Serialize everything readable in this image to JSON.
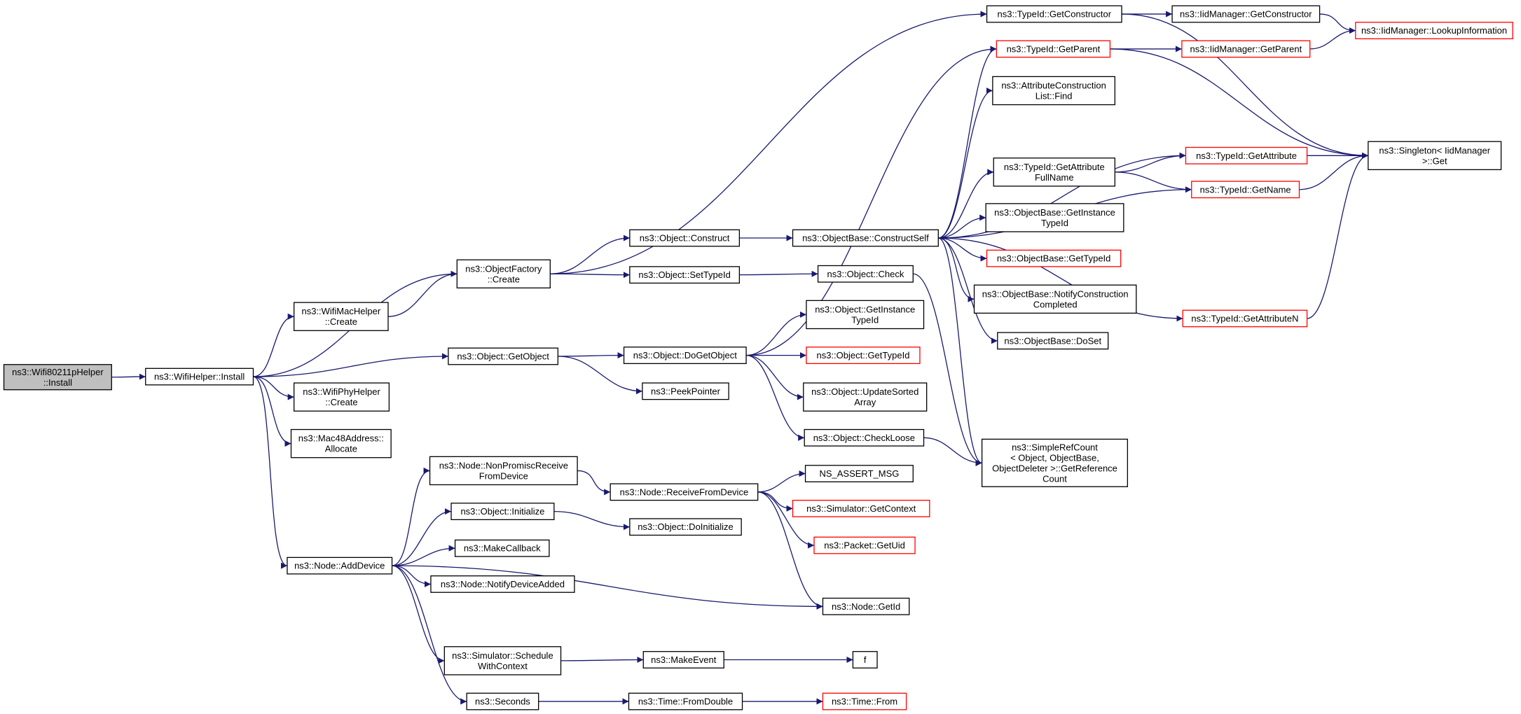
{
  "colors": {
    "edge": "#191970",
    "node_border": "#000000",
    "truncated_border": "#ff0000",
    "root_fill": "#bfbfbf",
    "node_fill": "#ffffff"
  },
  "nodes": [
    {
      "id": "n0",
      "lines": [
        "ns3::Wifi80211pHelper",
        "::Install"
      ],
      "style": "root"
    },
    {
      "id": "n1",
      "lines": [
        "ns3::WifiHelper::Install"
      ]
    },
    {
      "id": "n2",
      "lines": [
        "ns3::ObjectFactory",
        "::Create"
      ]
    },
    {
      "id": "n3",
      "lines": [
        "ns3::WifiMacHelper",
        "::Create"
      ]
    },
    {
      "id": "n4",
      "lines": [
        "ns3::Object::GetObject"
      ]
    },
    {
      "id": "n5",
      "lines": [
        "ns3::WifiPhyHelper",
        "::Create"
      ]
    },
    {
      "id": "n6",
      "lines": [
        "ns3::Mac48Address::",
        "Allocate"
      ]
    },
    {
      "id": "n7",
      "lines": [
        "ns3::Node::AddDevice"
      ]
    },
    {
      "id": "n8",
      "lines": [
        "ns3::TypeId::GetConstructor"
      ]
    },
    {
      "id": "n9",
      "lines": [
        "ns3::Object::Construct"
      ]
    },
    {
      "id": "n10",
      "lines": [
        "ns3::Object::SetTypeId"
      ]
    },
    {
      "id": "n11",
      "lines": [
        "ns3::Object::DoGetObject"
      ]
    },
    {
      "id": "n12",
      "lines": [
        "ns3::PeekPointer"
      ]
    },
    {
      "id": "n13",
      "lines": [
        "ns3::Node::NonPromiscReceive",
        "FromDevice"
      ]
    },
    {
      "id": "n14",
      "lines": [
        "ns3::Object::Initialize"
      ]
    },
    {
      "id": "n15",
      "lines": [
        "ns3::MakeCallback"
      ]
    },
    {
      "id": "n16",
      "lines": [
        "ns3::Node::NotifyDeviceAdded"
      ]
    },
    {
      "id": "n17",
      "lines": [
        "ns3::Node::GetId"
      ]
    },
    {
      "id": "n18",
      "lines": [
        "ns3::Simulator::Schedule",
        "WithContext"
      ]
    },
    {
      "id": "n19",
      "lines": [
        "ns3::Seconds"
      ]
    },
    {
      "id": "n20",
      "lines": [
        "ns3::IidManager::GetConstructor"
      ]
    },
    {
      "id": "n21",
      "lines": [
        "ns3::Singleton< IidManager",
        ">::Get"
      ]
    },
    {
      "id": "n22",
      "lines": [
        "ns3::TypeId::GetParent"
      ],
      "style": "truncated"
    },
    {
      "id": "n23",
      "lines": [
        "ns3::AttributeConstruction",
        "List::Find"
      ]
    },
    {
      "id": "n24",
      "lines": [
        "ns3::TypeId::GetAttribute"
      ],
      "style": "truncated"
    },
    {
      "id": "n25",
      "lines": [
        "ns3::TypeId::GetAttribute",
        "FullName"
      ]
    },
    {
      "id": "n26",
      "lines": [
        "ns3::ObjectBase::ConstructSelf"
      ]
    },
    {
      "id": "n27",
      "lines": [
        "ns3::ObjectBase::GetInstance",
        "TypeId"
      ]
    },
    {
      "id": "n28",
      "lines": [
        "ns3::ObjectBase::GetTypeId"
      ],
      "style": "truncated"
    },
    {
      "id": "n29",
      "lines": [
        "ns3::ObjectBase::NotifyConstruction",
        "Completed"
      ]
    },
    {
      "id": "n30",
      "lines": [
        "ns3::ObjectBase::DoSet"
      ]
    },
    {
      "id": "n31",
      "lines": [
        "ns3::Object::Check"
      ]
    },
    {
      "id": "n32",
      "lines": [
        "ns3::Object::GetInstance",
        "TypeId"
      ]
    },
    {
      "id": "n33",
      "lines": [
        "ns3::Object::GetTypeId"
      ],
      "style": "truncated"
    },
    {
      "id": "n34",
      "lines": [
        "ns3::Object::UpdateSorted",
        "Array"
      ]
    },
    {
      "id": "n35",
      "lines": [
        "ns3::Object::CheckLoose"
      ]
    },
    {
      "id": "n36",
      "lines": [
        "ns3::SimpleRefCount",
        "< Object, ObjectBase,",
        "ObjectDeleter >::GetReference",
        "Count"
      ]
    },
    {
      "id": "n37",
      "lines": [
        "ns3::Node::ReceiveFromDevice"
      ]
    },
    {
      "id": "n38",
      "lines": [
        "NS_ASSERT_MSG"
      ]
    },
    {
      "id": "n39",
      "lines": [
        "ns3::Simulator::GetContext"
      ],
      "style": "truncated"
    },
    {
      "id": "n40",
      "lines": [
        "ns3::Packet::GetUid"
      ],
      "style": "truncated"
    },
    {
      "id": "n41",
      "lines": [
        "ns3::Object::DoInitialize"
      ]
    },
    {
      "id": "n42",
      "lines": [
        "ns3::MakeEvent"
      ]
    },
    {
      "id": "n43",
      "lines": [
        "f"
      ]
    },
    {
      "id": "n44",
      "lines": [
        "ns3::Time::FromDouble"
      ]
    },
    {
      "id": "n45",
      "lines": [
        "ns3::Time::From"
      ],
      "style": "truncated"
    },
    {
      "id": "n46",
      "lines": [
        "ns3::IidManager::GetParent"
      ],
      "style": "truncated"
    },
    {
      "id": "n47",
      "lines": [
        "ns3::IidManager::LookupInformation"
      ],
      "style": "truncated"
    },
    {
      "id": "n48",
      "lines": [
        "ns3::TypeId::GetName"
      ],
      "style": "truncated"
    },
    {
      "id": "n49",
      "lines": [
        "ns3::TypeId::GetAttributeN"
      ],
      "style": "truncated"
    }
  ],
  "edges": [
    [
      "n0",
      "n1"
    ],
    [
      "n1",
      "n2"
    ],
    [
      "n1",
      "n3"
    ],
    [
      "n1",
      "n4"
    ],
    [
      "n1",
      "n5"
    ],
    [
      "n1",
      "n6"
    ],
    [
      "n1",
      "n7"
    ],
    [
      "n2",
      "n8"
    ],
    [
      "n2",
      "n9"
    ],
    [
      "n2",
      "n10"
    ],
    [
      "n3",
      "n2"
    ],
    [
      "n4",
      "n11"
    ],
    [
      "n4",
      "n12"
    ],
    [
      "n7",
      "n13"
    ],
    [
      "n7",
      "n14"
    ],
    [
      "n7",
      "n15"
    ],
    [
      "n7",
      "n16"
    ],
    [
      "n7",
      "n17"
    ],
    [
      "n7",
      "n18"
    ],
    [
      "n7",
      "n19"
    ],
    [
      "n8",
      "n20"
    ],
    [
      "n8",
      "n21"
    ],
    [
      "n9",
      "n26"
    ],
    [
      "n10",
      "n31"
    ],
    [
      "n11",
      "n22"
    ],
    [
      "n11",
      "n32"
    ],
    [
      "n11",
      "n33"
    ],
    [
      "n11",
      "n34"
    ],
    [
      "n11",
      "n35"
    ],
    [
      "n13",
      "n37"
    ],
    [
      "n14",
      "n41"
    ],
    [
      "n18",
      "n42"
    ],
    [
      "n19",
      "n44"
    ],
    [
      "n20",
      "n47"
    ],
    [
      "n22",
      "n46"
    ],
    [
      "n22",
      "n21"
    ],
    [
      "n24",
      "n21"
    ],
    [
      "n25",
      "n24"
    ],
    [
      "n25",
      "n48"
    ],
    [
      "n26",
      "n22"
    ],
    [
      "n26",
      "n23"
    ],
    [
      "n26",
      "n24"
    ],
    [
      "n26",
      "n25"
    ],
    [
      "n26",
      "n27"
    ],
    [
      "n26",
      "n28"
    ],
    [
      "n26",
      "n29"
    ],
    [
      "n26",
      "n30"
    ],
    [
      "n26",
      "n36"
    ],
    [
      "n26",
      "n48"
    ],
    [
      "n26",
      "n49"
    ],
    [
      "n31",
      "n36"
    ],
    [
      "n35",
      "n36"
    ],
    [
      "n37",
      "n38"
    ],
    [
      "n37",
      "n39"
    ],
    [
      "n37",
      "n40"
    ],
    [
      "n37",
      "n17"
    ],
    [
      "n42",
      "n43"
    ],
    [
      "n44",
      "n45"
    ],
    [
      "n46",
      "n47"
    ],
    [
      "n48",
      "n21"
    ],
    [
      "n49",
      "n21"
    ]
  ]
}
